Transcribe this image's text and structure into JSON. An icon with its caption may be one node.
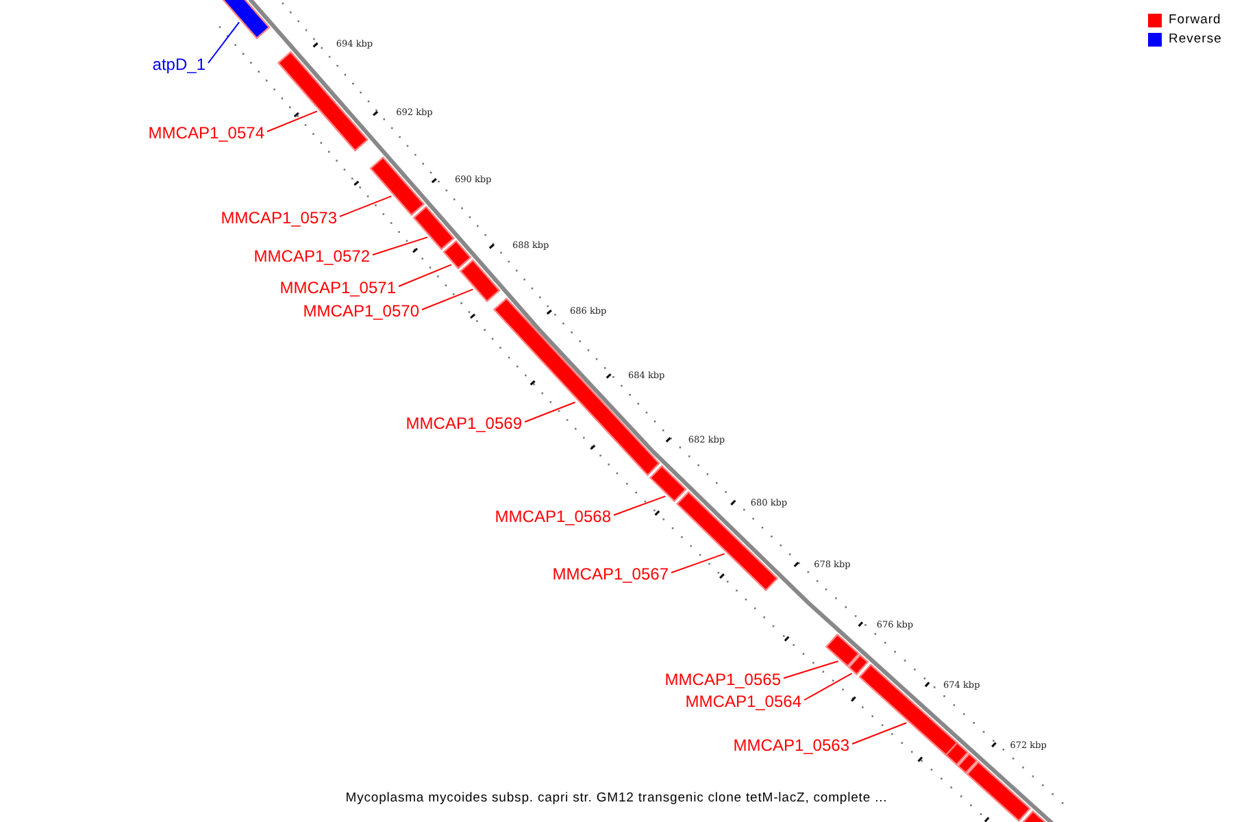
{
  "diagram": {
    "caption": "Mycoplasma mycoides subsp. capri str. GM12 transgenic clone tetM-lacZ, complete ...",
    "nodes": [
      {
        "text": [],
        "shape": "bar"
      },
      {
        "text": [
          "atpD_1"
        ]
      },
      {
        "text": [],
        "shape": "bar"
      },
      {
        "text": [
          "MMCAP1_0574"
        ]
      },
      {
        "text": [],
        "shape": "bar"
      },
      {
        "text": [
          "MMCAP1_0573"
        ]
      },
      {
        "text": [],
        "shape": "bar"
      },
      {
        "text": [
          "MMCAP1_0572"
        ]
      },
      {
        "text": [],
        "shape": "bar"
      },
      {
        "text": [
          "MMCAP1_0571"
        ]
      },
      {
        "text": [],
        "shape": "bar"
      },
      {
        "text": [
          "MMCAP1_0570"
        ]
      },
      {
        "text": [],
        "shape": "bar"
      },
      {
        "text": [
          "MMCAP1_0569"
        ]
      },
      {
        "text": [],
        "shape": "bar"
      },
      {
        "text": [
          "MMCAP1_0568"
        ]
      },
      {
        "text": [],
        "shape": "bar"
      },
      {
        "text": [
          "MMCAP1_0567"
        ]
      },
      {
        "text": [],
        "shape": "bar"
      },
      {
        "text": [
          "MMCAP1_0565"
        ]
      },
      {
        "text": [],
        "shape": "bar"
      },
      {
        "text": [
          "MMCAP1_0564"
        ]
      },
      {
        "text": [],
        "shape": "bar"
      },
      {
        "text": [
          "MMCAP1_0563"
        ]
      },
      {
        "text": [],
        "shape": "bar"
      },
      {
        "text": [],
        "shape": "bar"
      },
      {
        "text": [],
        "shape": "bar"
      },
      {
        "text": [],
        "shape": "bar"
      }
    ],
    "edges": [
      {
        "from": 1,
        "to": 0,
        "arrow": "none",
        "color": "#0000ff"
      },
      {
        "from": 3,
        "to": 2,
        "arrow": "none"
      },
      {
        "from": 5,
        "to": 4,
        "arrow": "none"
      },
      {
        "from": 7,
        "to": 6,
        "arrow": "none"
      },
      {
        "from": 9,
        "to": 8,
        "arrow": "none"
      },
      {
        "from": 11,
        "to": 10,
        "arrow": "none"
      },
      {
        "from": 13,
        "to": 12,
        "arrow": "none"
      },
      {
        "from": 15,
        "to": 14,
        "arrow": "none"
      },
      {
        "from": 17,
        "to": 16,
        "arrow": "none"
      },
      {
        "from": 19,
        "to": 18,
        "arrow": "none"
      },
      {
        "from": 21,
        "to": 20,
        "arrow": "none"
      },
      {
        "from": 23,
        "to": 22,
        "arrow": "none"
      }
    ],
    "labels": [
      "694 kbp",
      "692 kbp",
      "690 kbp",
      "688 kbp",
      "686 kbp",
      "684 kbp",
      "682 kbp",
      "680 kbp",
      "678 kbp",
      "676 kbp",
      "674 kbp",
      "672 kbp"
    ],
    "legend": [
      {
        "text": "Forward",
        "color": "#ff0000"
      },
      {
        "text": "Reverse",
        "color": "#0000ff"
      }
    ]
  }
}
